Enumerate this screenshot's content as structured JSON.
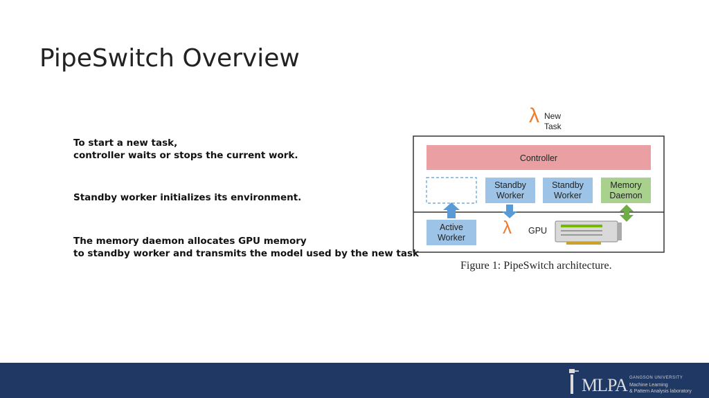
{
  "slide": {
    "title": "PipeSwitch Overview",
    "bullets": [
      {
        "line1": "To start a new task,",
        "line2": "controller waits or stops the current work."
      },
      {
        "line1": "Standby worker initializes its environment."
      },
      {
        "line1": "The memory daemon allocates GPU memory",
        "line2": "to standby worker and transmits the model used by the new task"
      }
    ]
  },
  "figure": {
    "new_task_line1": "New",
    "new_task_line2": "Task",
    "lambda": "λ",
    "controller": "Controller",
    "standby_worker_1_line1": "Standby",
    "standby_worker_1_line2": "Worker",
    "standby_worker_2_line1": "Standby",
    "standby_worker_2_line2": "Worker",
    "memory_daemon_line1": "Memory",
    "memory_daemon_line2": "Daemon",
    "active_worker_line1": "Active",
    "active_worker_line2": "Worker",
    "gpu": "GPU",
    "caption": "Figure 1: PipeSwitch architecture.",
    "colors": {
      "controller": "#eaa0a2",
      "worker": "#9dc3e6",
      "daemon": "#a9d18e",
      "lambda": "#ed7d31",
      "arrow_blue": "#5b9bd5",
      "arrow_green": "#70ad47"
    }
  },
  "footer": {
    "logo_text": "MLPA",
    "university": "GANGSON UNIVERSITY",
    "lab_line1": "Machine Learning",
    "lab_line2": "& Pattern Analysis laboratory",
    "color": "#1f3864"
  }
}
